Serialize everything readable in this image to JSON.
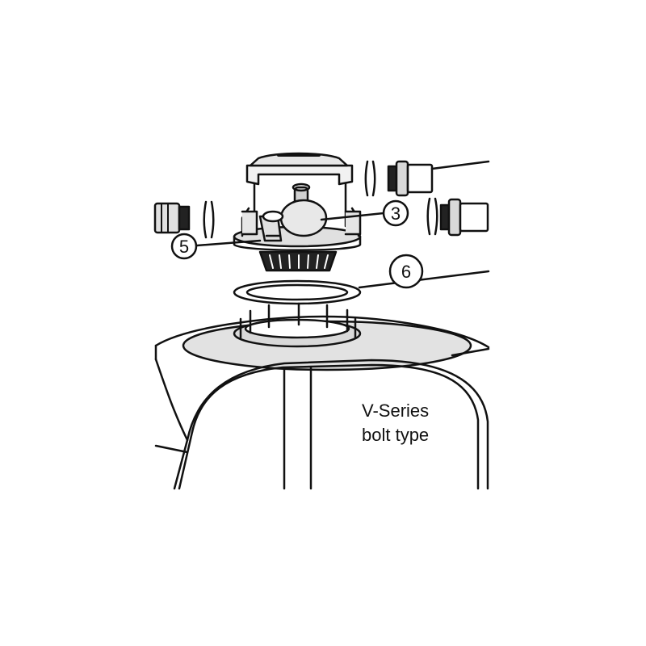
{
  "callouts": [
    {
      "id": "3",
      "label": "3"
    },
    {
      "id": "5",
      "label": "5"
    },
    {
      "id": "6",
      "label": "6"
    }
  ],
  "note": {
    "line1": "V-Series",
    "line2": "bolt type"
  },
  "colors": {
    "ink": "#111111",
    "fill": "#ffffff",
    "shade": "#d9d9d9"
  }
}
